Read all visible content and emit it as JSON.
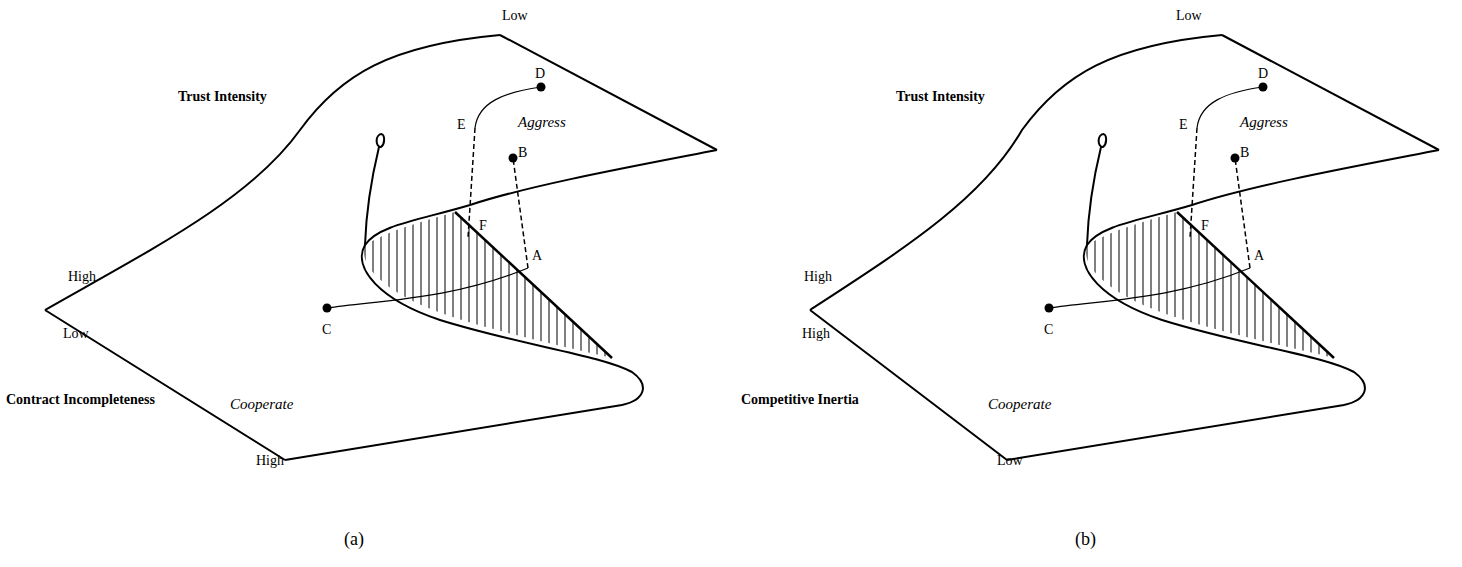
{
  "diagram": {
    "labels": [
      "Low",
      "Trust Intensity",
      "D",
      "E",
      "Aggress",
      "B",
      "F",
      "A",
      "High",
      "Low",
      "Contract Incompleteness",
      "C",
      "Cooperate",
      "High",
      "(a)",
      "Low",
      "Trust Intensity",
      "D",
      "E",
      "Aggress",
      "B",
      "F",
      "A",
      "High",
      "High",
      "Competitive Inertia",
      "C",
      "Cooperate",
      "Low",
      "(b)"
    ]
  }
}
